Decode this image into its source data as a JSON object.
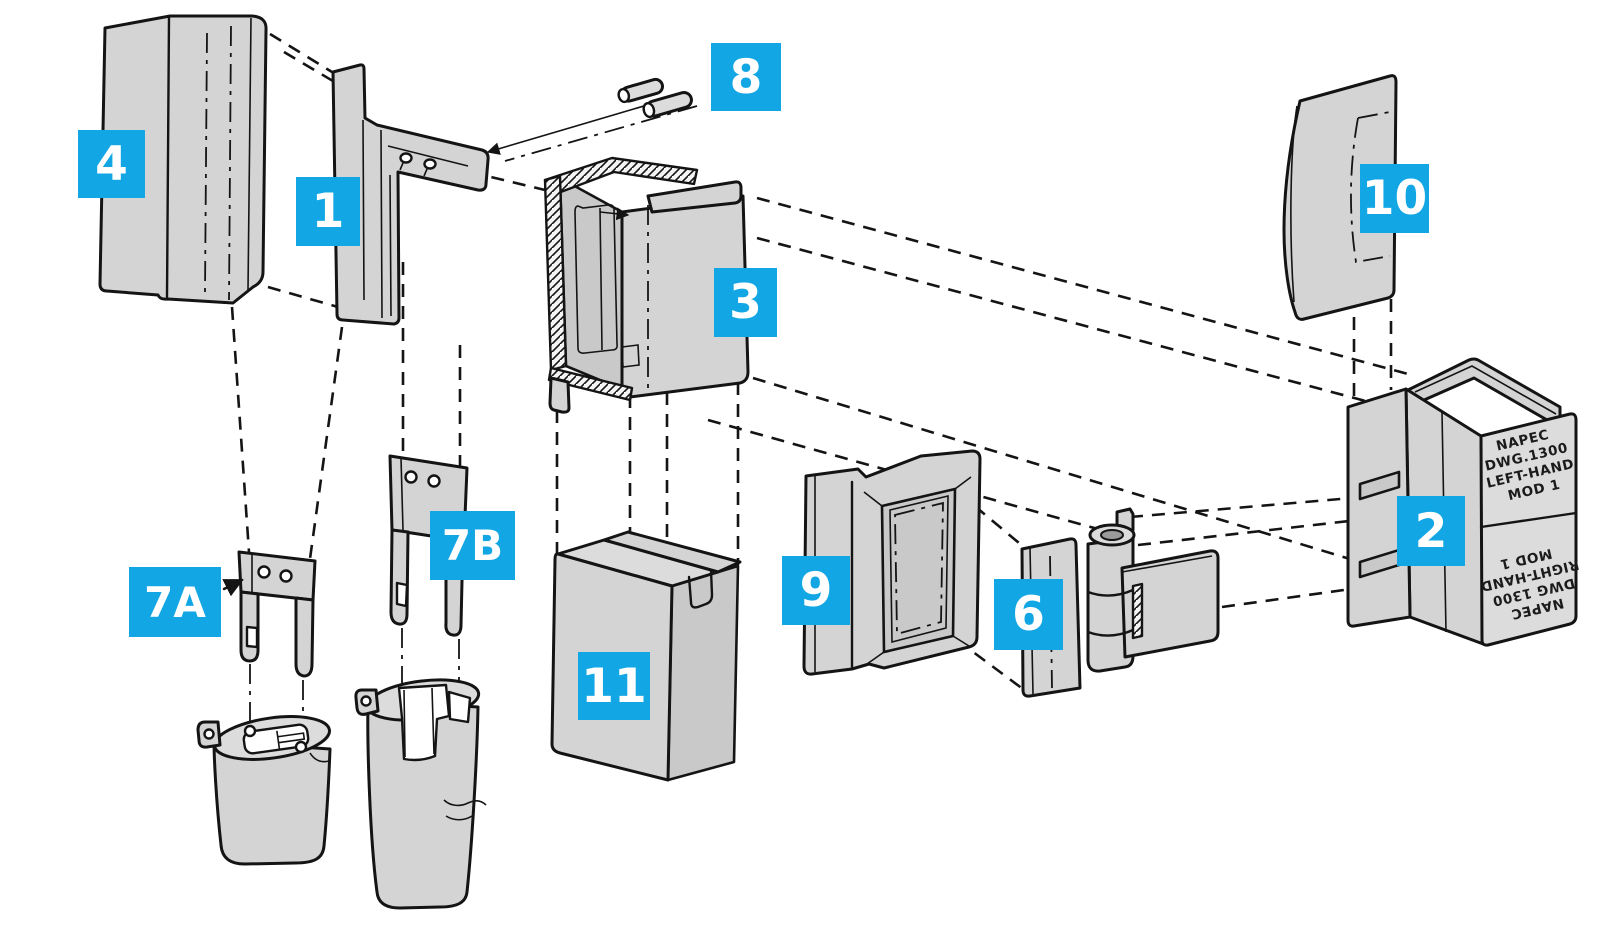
{
  "diagram": {
    "kind": "exploded-parts-diagram",
    "subject": "door lock, striker and hinge hardware",
    "background_color": "#ffffff",
    "colors": {
      "label_bg": "#12a7e4",
      "label_text": "#ffffff",
      "part_fill": "#d4d4d4",
      "line": "#141414"
    },
    "callouts": [
      {
        "id": "4",
        "shape": "corner-trim-panel"
      },
      {
        "id": "1",
        "shape": "striker-bracket"
      },
      {
        "id": "8",
        "shape": "rivet-pins"
      },
      {
        "id": "3",
        "shape": "lock-housing"
      },
      {
        "id": "10",
        "shape": "curved-cover-panel"
      },
      {
        "id": "2",
        "shape": "marked-packing-block"
      },
      {
        "id": "9",
        "shape": "escutcheon-frame"
      },
      {
        "id": "6",
        "shape": "door-hinge"
      },
      {
        "id": "7A",
        "shape": "retainer-bracket-a"
      },
      {
        "id": "7B",
        "shape": "retainer-bracket-b"
      },
      {
        "id": "11",
        "shape": "spacer-block"
      }
    ],
    "part2_markings": {
      "upper": [
        "NAPEC",
        "DWG.1300",
        "LEFT-HAND",
        "MOD 1"
      ],
      "lower_rotated_180": [
        "NAPEC",
        "DWG 1300",
        "RIGHT-HAND",
        "MOD 1"
      ]
    }
  }
}
